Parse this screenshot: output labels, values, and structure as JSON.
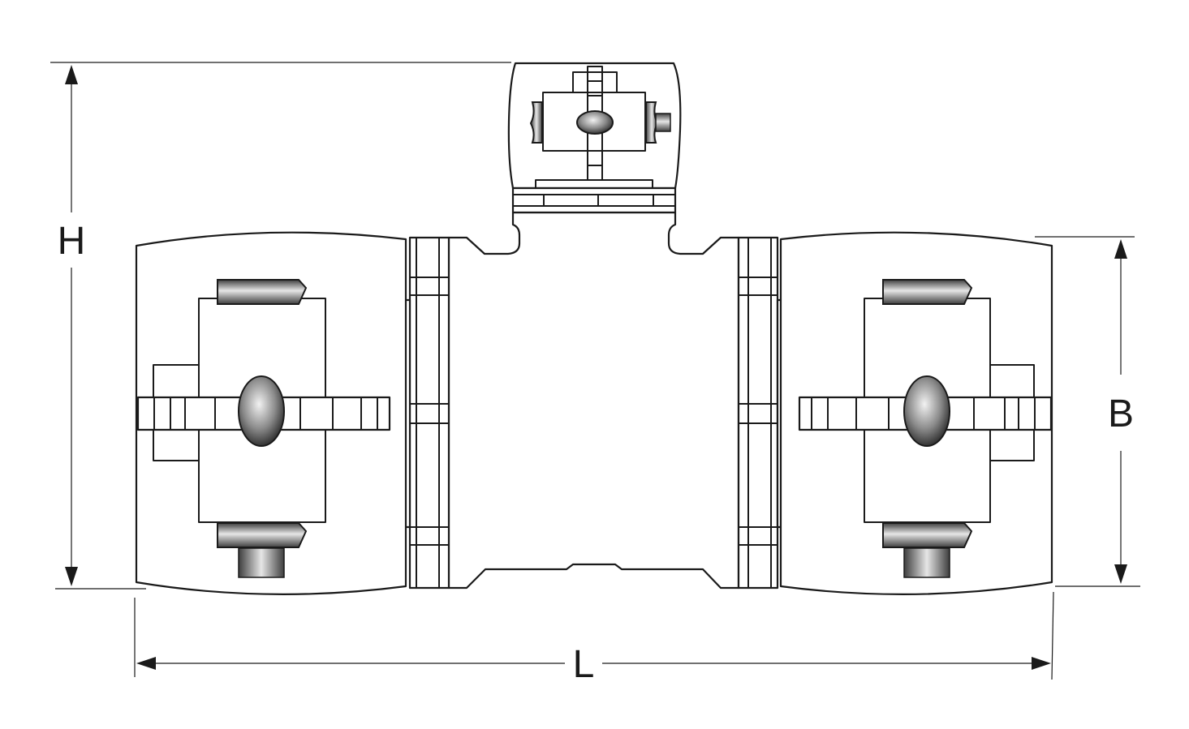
{
  "dimensions": {
    "height_label": "H",
    "body_diameter_label": "B",
    "length_label": "L"
  },
  "colors": {
    "line": "#1a1a1a",
    "metal_dark": "#4a4a4a",
    "metal_light": "#e8e8e8"
  }
}
